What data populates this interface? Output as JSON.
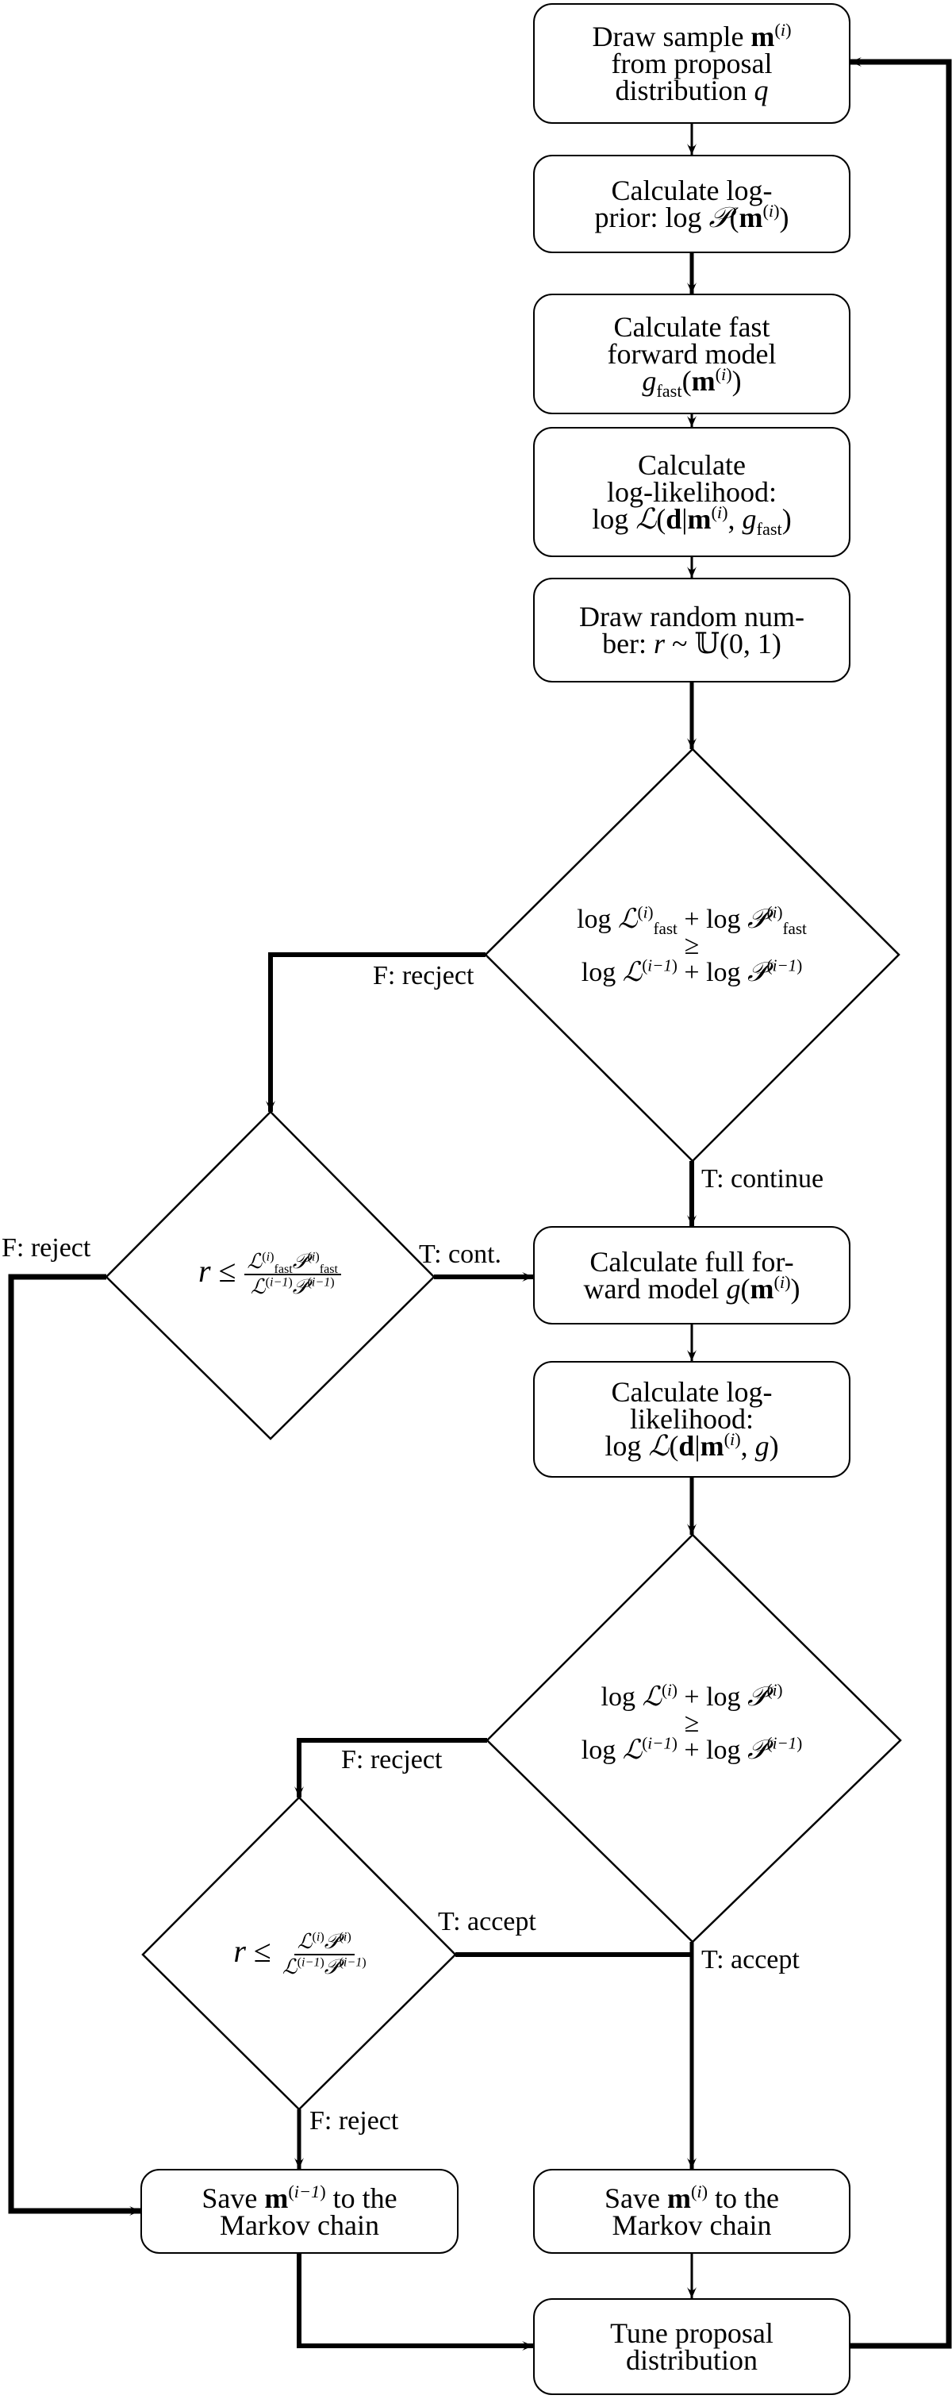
{
  "diagram": {
    "type": "flowchart",
    "description": "Delayed-acceptance Metropolis-Hastings MCMC flowchart",
    "colors": {
      "stroke": "#000000",
      "background": "#ffffff"
    },
    "boxes": {
      "draw_sample": {
        "lines": [
          "Draw sample m(i)",
          "from proposal",
          "distribution q"
        ]
      },
      "log_prior": {
        "lines": [
          "Calculate log-",
          "prior: log P(m(i))"
        ]
      },
      "fast_forward": {
        "lines": [
          "Calculate fast",
          "forward model",
          "g_fast(m(i))"
        ]
      },
      "fast_likelihood": {
        "lines": [
          "Calculate",
          "log-likelihood:",
          "log L(d|m(i), g_fast)"
        ]
      },
      "draw_random": {
        "lines": [
          "Draw random num-",
          "ber: r ~ U(0, 1)"
        ]
      },
      "full_forward": {
        "lines": [
          "Calculate full for-",
          "ward model g(m(i))"
        ]
      },
      "full_likelihood": {
        "lines": [
          "Calculate log-",
          "likelihood:",
          "log L(d|m(i), g)"
        ]
      },
      "save_previous": {
        "lines": [
          "Save m(i−1) to the",
          "Markov chain"
        ]
      },
      "save_current": {
        "lines": [
          "Save m(i) to the",
          "Markov chain"
        ]
      },
      "tune_proposal": {
        "lines": [
          "Tune proposal",
          "distribution"
        ]
      }
    },
    "decisions": {
      "fast_check": {
        "condition": "log L_fast(i) + log P_fast(i) ≥ log L(i−1) + log P(i−1)"
      },
      "fast_ratio": {
        "condition": "r ≤ L_fast(i) P_fast(i) / L(i−1) P(i−1)"
      },
      "full_check": {
        "condition": "log L(i) + log P(i) ≥ log L(i−1) + log P(i−1)"
      },
      "full_ratio": {
        "condition": "r ≤ L(i) P(i) / L(i−1) P(i−1)"
      }
    },
    "edge_labels": {
      "fast_check_false": "F: recject",
      "fast_check_true": "T: continue",
      "fast_ratio_false": "F: reject",
      "fast_ratio_true": "T: cont.",
      "full_check_false": "F: recject",
      "full_check_true": "T: accept",
      "full_ratio_true": "T: accept",
      "full_ratio_false": "F: reject"
    },
    "text": {
      "draw_sample_prefix": "Draw sample ",
      "m": "m",
      "i": "i",
      "im1": "i−1",
      "from_proposal": "from proposal",
      "distribution_q_prefix": "distribution ",
      "q": "q",
      "log_prior_1": "Calculate log-",
      "log_prior_2": "prior: log ",
      "P": "𝒫",
      "L": "ℒ",
      "fast1": "Calculate fast",
      "fast2": "forward model",
      "g": "g",
      "fast": "fast",
      "calc": "Calculate",
      "loglik": "log-likelihood:",
      "log": "log ",
      "d": "d",
      "rand1": "Draw random num-",
      "rand2": "ber: ",
      "r": "r",
      "sim": " ~ ",
      "U": "𝕌",
      "u01": "(0, 1)",
      "full1": "Calculate full for-",
      "full2": "ward model ",
      "ll1": "Calculate log-",
      "ll2": "likelihood:",
      "save": "Save ",
      "to_the": " to the",
      "markov": "Markov chain",
      "tune1": "Tune proposal",
      "tune2": "distribution",
      "geq": "≥",
      "leq": " ≤ ",
      "plus_log": " + log "
    }
  }
}
